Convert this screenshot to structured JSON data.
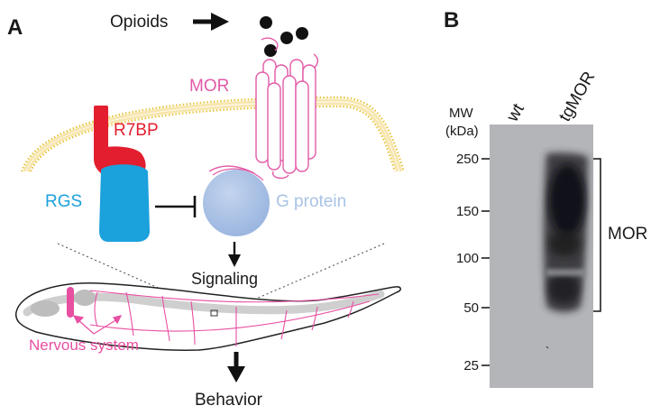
{
  "panel_a": {
    "label": "A",
    "ligand": "Opioids",
    "receptor": "MOR",
    "anchor": "R7BP",
    "regulator": "RGS",
    "effector": "G protein",
    "signal_step": "Signaling",
    "worm_annotation": "Nervous system",
    "output": "Behavior"
  },
  "panel_b": {
    "label": "B",
    "axis_title_line1": "MW",
    "axis_title_line2": "(kDa)",
    "lanes": [
      "wt",
      "tgMOR"
    ],
    "mw_markers": [
      "250",
      "150",
      "100",
      "50",
      "25"
    ],
    "band_label": "MOR"
  },
  "colors": {
    "membrane": "#e8c33a",
    "mor": "#e25aa7",
    "r7bp": "#e31e2e",
    "rgs": "#1ba1dc",
    "g_protein": "#a9c3e5",
    "worm_nerves": "#e84fa1",
    "blot_background": "#b4b5b9",
    "text": "#1a1a1a"
  }
}
